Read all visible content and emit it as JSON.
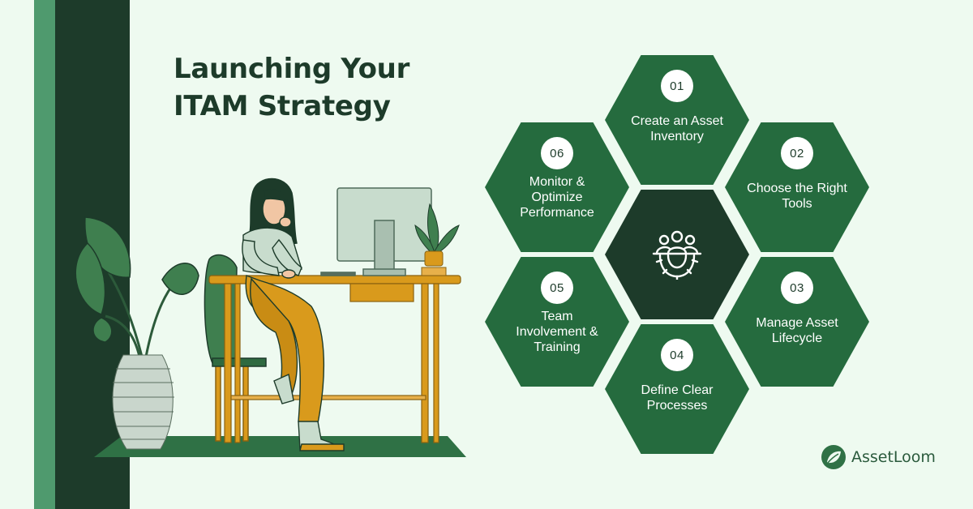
{
  "title": {
    "line1": "Launching Your",
    "line2": "ITAM Strategy"
  },
  "center": {
    "icon": "team-gear-icon"
  },
  "steps": [
    {
      "number": "01",
      "label": "Create an Asset\nInventory"
    },
    {
      "number": "02",
      "label": "Choose the Right\nTools"
    },
    {
      "number": "03",
      "label": "Manage Asset\nLifecycle"
    },
    {
      "number": "04",
      "label": "Define Clear\nProcesses"
    },
    {
      "number": "05",
      "label": "Team\nInvolvement &\nTraining"
    },
    {
      "number": "06",
      "label": "Monitor &\nOptimize\nPerformance"
    }
  ],
  "brand": {
    "name": "AssetLoom",
    "icon": "leaf-logo-icon"
  },
  "colors": {
    "background": "#eefaf0",
    "dark_green": "#1d3b2a",
    "green": "#256b3e",
    "accent_band": "#4f9a6e",
    "mustard": "#d99a1c"
  }
}
